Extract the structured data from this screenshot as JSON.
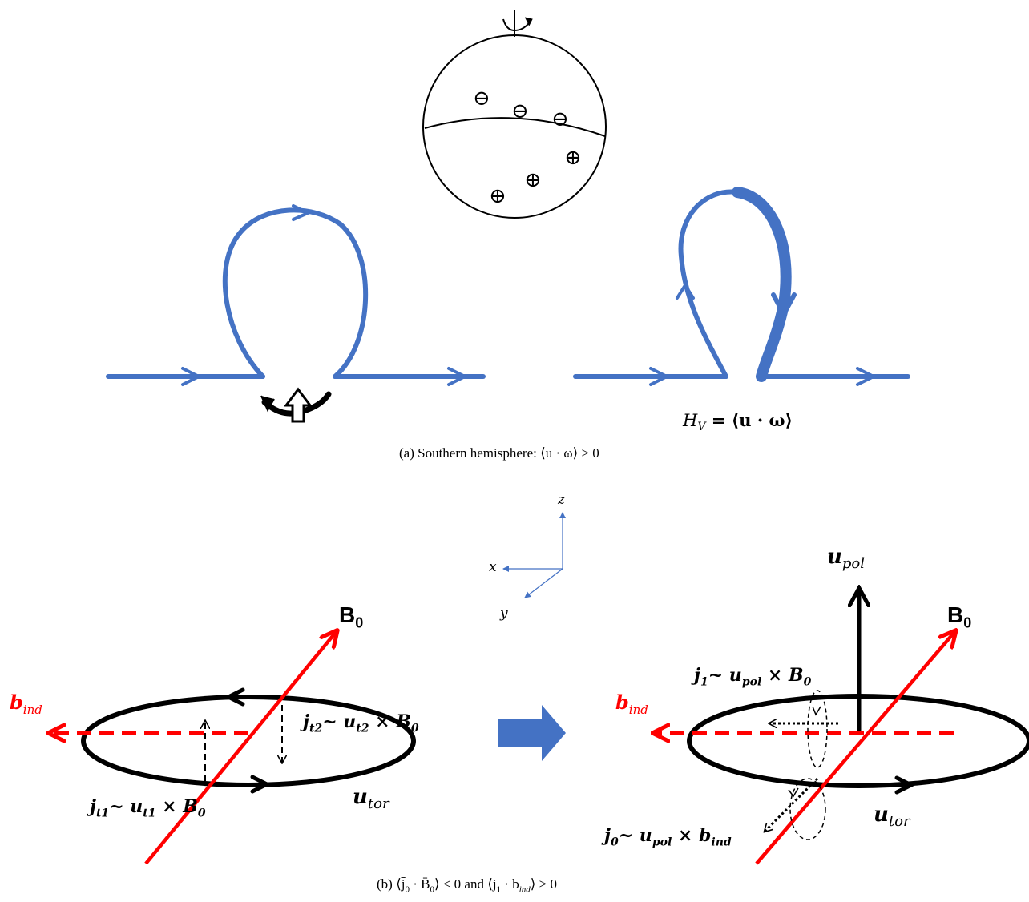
{
  "panel_a": {
    "caption": "(a)  Southern hemisphere: ⟨u · ω⟩ > 0",
    "helicity_label": "H_V = ⟨u · ω⟩",
    "helicity_H": "H",
    "helicity_sub": "V",
    "helicity_rhs": " = ⟨u · ω⟩",
    "symbols_minus": [
      "⊖",
      "⊖",
      "⊖"
    ],
    "symbols_plus": [
      "⊕",
      "⊕",
      "⊕"
    ]
  },
  "panel_b": {
    "caption": "(b)  ⟨j̄₀ · B̄₀⟩ < 0 and ⟨j₁ · b_ind⟩ > 0",
    "cap_part1": "(b)  ⟨j̄",
    "cap_sub0": "0",
    "cap_part2": " · B̄",
    "cap_sub1": "0",
    "cap_part3": "⟩ < 0 and ⟨j",
    "cap_sub2": "1",
    "cap_part4": " · b",
    "cap_sub3": "ind",
    "cap_part5": "⟩ > 0",
    "axes": {
      "z": "z",
      "x": "x",
      "y": "y"
    },
    "left": {
      "B0": "B",
      "B0_sub": "0",
      "b_ind": "b",
      "b_ind_sub": "ind",
      "jt2": "j",
      "jt2_sub": "t2",
      "jt2_rest": "~ u",
      "jt2_sub2": "t2",
      "jt2_tail": " × B",
      "jt2_sub3": "0",
      "jt1": "j",
      "jt1_sub": "t1",
      "jt1_rest": "~ u",
      "jt1_sub2": "t1",
      "jt1_tail": " × B",
      "jt1_sub3": "0",
      "u_tor": "u",
      "u_tor_sub": "tor"
    },
    "right": {
      "u_pol": "u",
      "u_pol_sub": "pol",
      "B0": "B",
      "B0_sub": "0",
      "j1": "j",
      "j1_sub": "1",
      "j1_rest": "~ u",
      "j1_sub2": "pol",
      "j1_tail": " × B",
      "j1_sub3": "0",
      "b_ind": "b",
      "b_ind_sub": "ind",
      "j0": "j",
      "j0_sub": "0",
      "j0_rest": "~ u",
      "j0_sub2": "pol",
      "j0_tail": " × b",
      "j0_sub3": "ind",
      "u_tor": "u",
      "u_tor_sub": "tor"
    }
  },
  "colors": {
    "flux_blue": "#4472c4",
    "field_red": "#ff0000",
    "axis_blue": "#4472c4",
    "ink": "#000000"
  }
}
